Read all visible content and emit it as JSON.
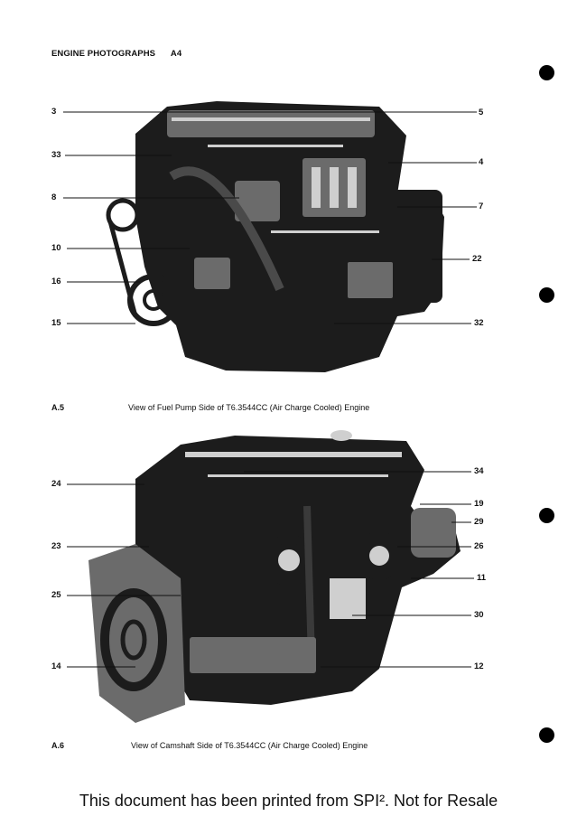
{
  "header": {
    "title": "ENGINE PHOTOGRAPHS",
    "code": "A4"
  },
  "figure_a5": {
    "number": "A.5",
    "caption": "View of Fuel Pump Side of T6.3544CC (Air Charge Cooled) Engine",
    "left_callouts": [
      "3",
      "33",
      "8",
      "10",
      "16",
      "15"
    ],
    "right_callouts": [
      "5",
      "4",
      "7",
      "22",
      "32"
    ]
  },
  "figure_a6": {
    "number": "A.6",
    "caption": "View of Camshaft Side of T6.3544CC (Air Charge Cooled) Engine",
    "left_callouts": [
      "24",
      "23",
      "25",
      "14"
    ],
    "right_callouts": [
      "34",
      "19",
      "29",
      "26",
      "11",
      "30",
      "12"
    ]
  },
  "footer": {
    "text": "This document has been printed from SPI². Not for Resale"
  },
  "colors": {
    "ink": "#111111",
    "photo_dark": "#1c1c1c",
    "photo_mid": "#6b6b6b",
    "photo_light": "#cfcfcf"
  }
}
